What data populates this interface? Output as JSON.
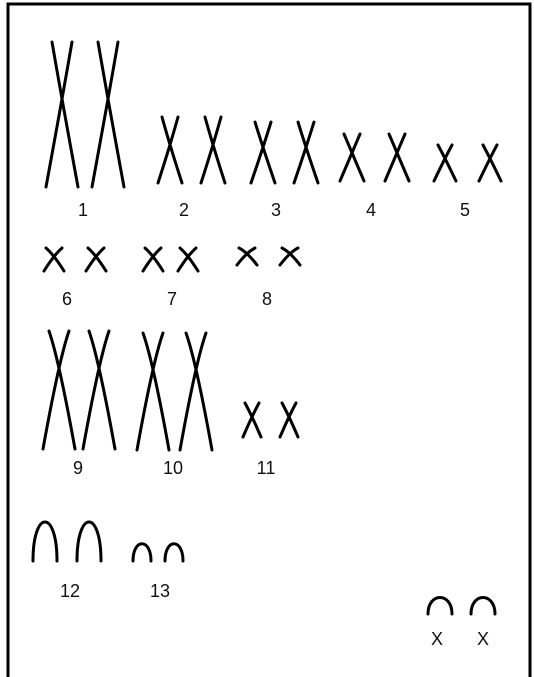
{
  "karyotype": {
    "pairs": [
      {
        "label": "1",
        "kind": "x-shape"
      },
      {
        "label": "2",
        "kind": "x-shape"
      },
      {
        "label": "3",
        "kind": "x-shape"
      },
      {
        "label": "4",
        "kind": "x-shape"
      },
      {
        "label": "5",
        "kind": "x-shape"
      },
      {
        "label": "6",
        "kind": "x-shape"
      },
      {
        "label": "7",
        "kind": "x-shape"
      },
      {
        "label": "8",
        "kind": "x-shape"
      },
      {
        "label": "9",
        "kind": "x-shape"
      },
      {
        "label": "10",
        "kind": "x-shape"
      },
      {
        "label": "11",
        "kind": "x-shape"
      },
      {
        "label": "12",
        "kind": "arch"
      },
      {
        "label": "13",
        "kind": "arch"
      },
      {
        "labels": [
          "X",
          "X"
        ],
        "kind": "arch"
      }
    ]
  }
}
